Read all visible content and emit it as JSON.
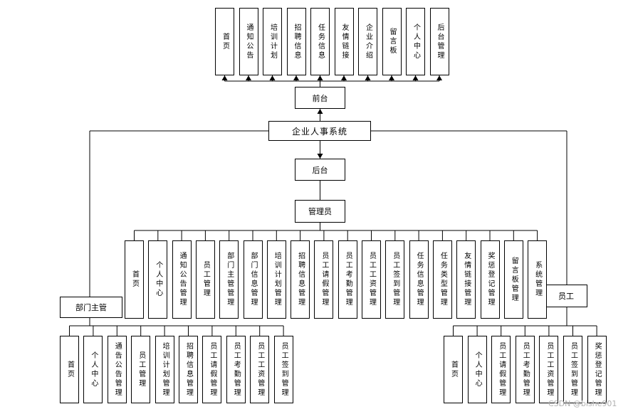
{
  "root": "企业人事系统",
  "frontend": {
    "label": "前台",
    "modules": [
      "首页",
      "通知公告",
      "培训计划",
      "招聘信息",
      "任务信息",
      "友情链接",
      "企业介绍",
      "留言板",
      "个人中心",
      "后台管理"
    ]
  },
  "backend": {
    "label": "后台"
  },
  "admin": {
    "label": "管理员",
    "modules": [
      "首页",
      "个人中心",
      "通知公告管理",
      "员工管理",
      "部门主管管理",
      "部门信息管理",
      "培训计划管理",
      "招聘信息管理",
      "员工请假管理",
      "员工考勤管理",
      "员工工资管理",
      "员工签到管理",
      "任务信息管理",
      "任务类型管理",
      "友情链接管理",
      "奖惩登记管理",
      "留言板管理",
      "系统管理"
    ]
  },
  "dept_manager": {
    "label": "部门主管",
    "modules": [
      "首页",
      "个人中心",
      "通告公告管理",
      "员工管理",
      "培训计划管理",
      "招聘信息管理",
      "员工请假管理",
      "员工考勤管理",
      "员工工资管理",
      "员工签到管理"
    ]
  },
  "employee": {
    "label": "员工",
    "modules": [
      "首页",
      "个人中心",
      "员工请假管理",
      "员工考勤管理",
      "员工工资管理",
      "员工签到管理",
      "奖惩登记管理"
    ]
  },
  "watermark": "CSDN @bishe901"
}
